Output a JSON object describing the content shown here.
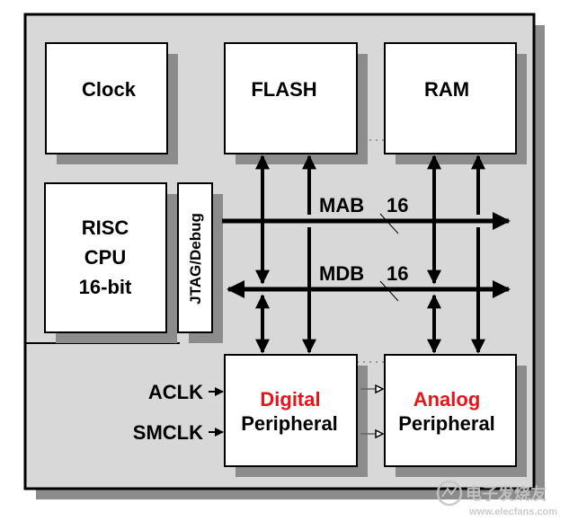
{
  "blocks": {
    "clock": "Clock",
    "flash": "FLASH",
    "ram": "RAM",
    "cpu": [
      "RISC",
      "CPU",
      "16-bit"
    ],
    "jtag": "JTAG/Debug",
    "digital": {
      "title": "Digital",
      "subtitle": "Peripheral"
    },
    "analog": {
      "title": "Analog",
      "subtitle": "Peripheral"
    }
  },
  "buses": {
    "mab": {
      "label": "MAB",
      "width": "16"
    },
    "mdb": {
      "label": "MDB",
      "width": "16"
    }
  },
  "clock_inputs": [
    "ACLK",
    "SMCLK"
  ],
  "watermark": {
    "text": "电子发烧友",
    "url": "www.elecfans.com"
  },
  "colors": {
    "chip": "#d8d8d8",
    "shadow": "#8c8c8c",
    "block": "#ffffff",
    "stroke": "#000000",
    "accent": "#e8141b",
    "watermark": "#c6c6c6"
  }
}
